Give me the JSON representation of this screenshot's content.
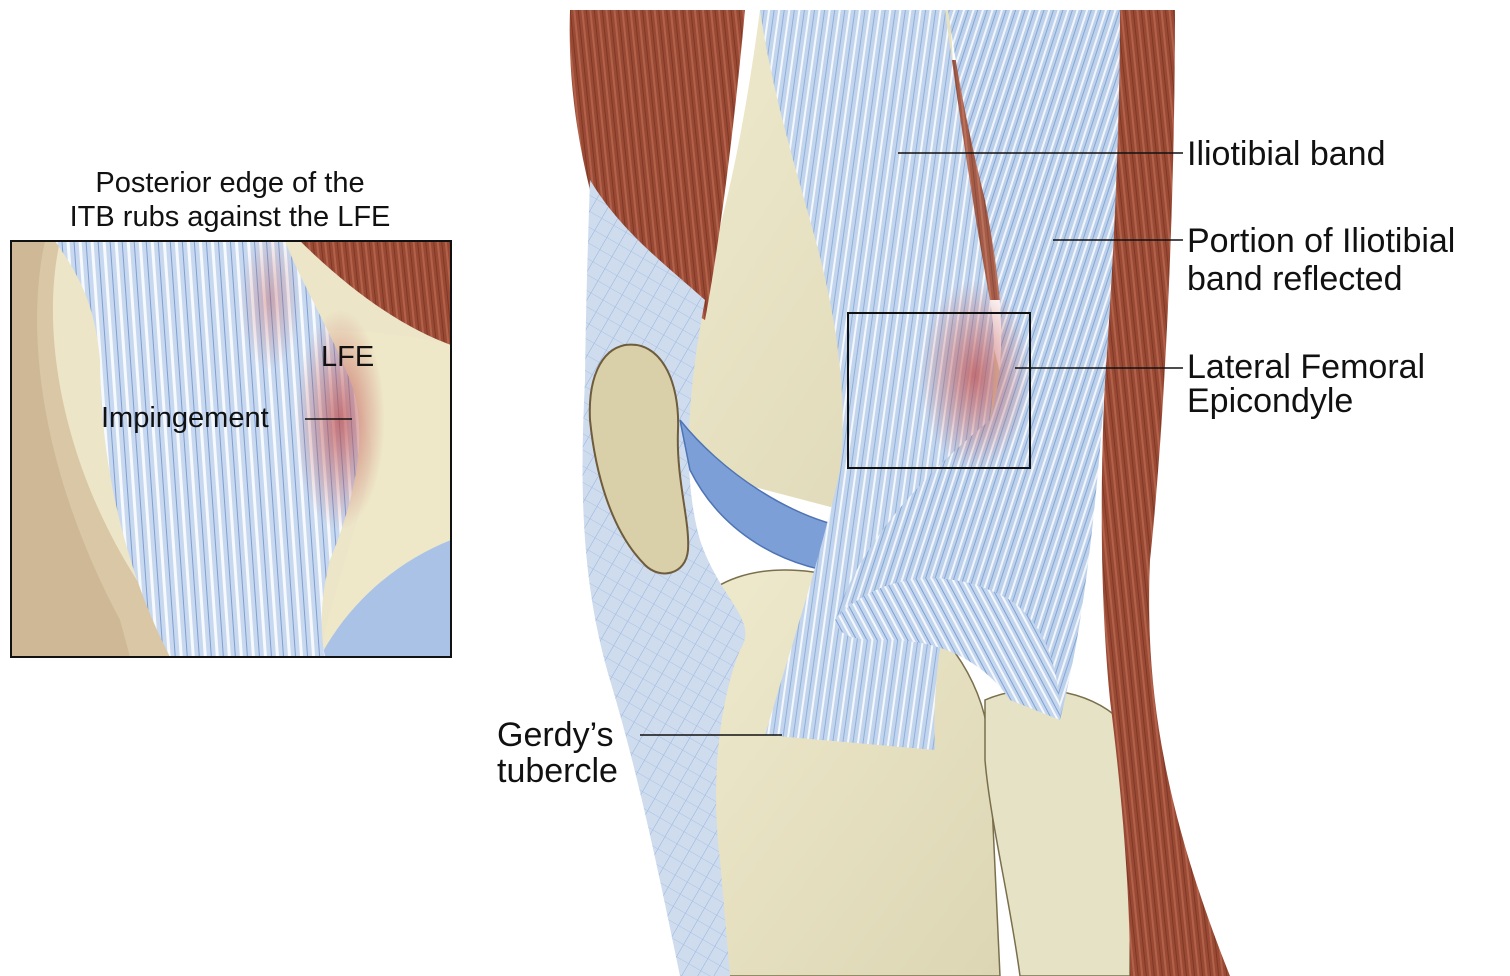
{
  "inset": {
    "caption_line1": "Posterior edge of the",
    "caption_line2": "ITB rubs against the LFE",
    "label_lfe": "LFE",
    "label_impingement": "Impingement"
  },
  "labels": {
    "iliotibial_band": "Iliotibial band",
    "reflected_line1": "Portion of Iliotibial",
    "reflected_line2": "band reflected",
    "lfe_line1": "Lateral Femoral",
    "lfe_line2": "Epicondyle",
    "gerdy_line1": "Gerdy’s",
    "gerdy_line2": "tubercle"
  },
  "colors": {
    "muscle": "#9a4a34",
    "bone": "#e9e4c6",
    "tendon": "#b9cde6",
    "tendon_dark": "#6f93c8",
    "inflammation": "#c05a5a",
    "meniscus": "#7d9fd8"
  }
}
